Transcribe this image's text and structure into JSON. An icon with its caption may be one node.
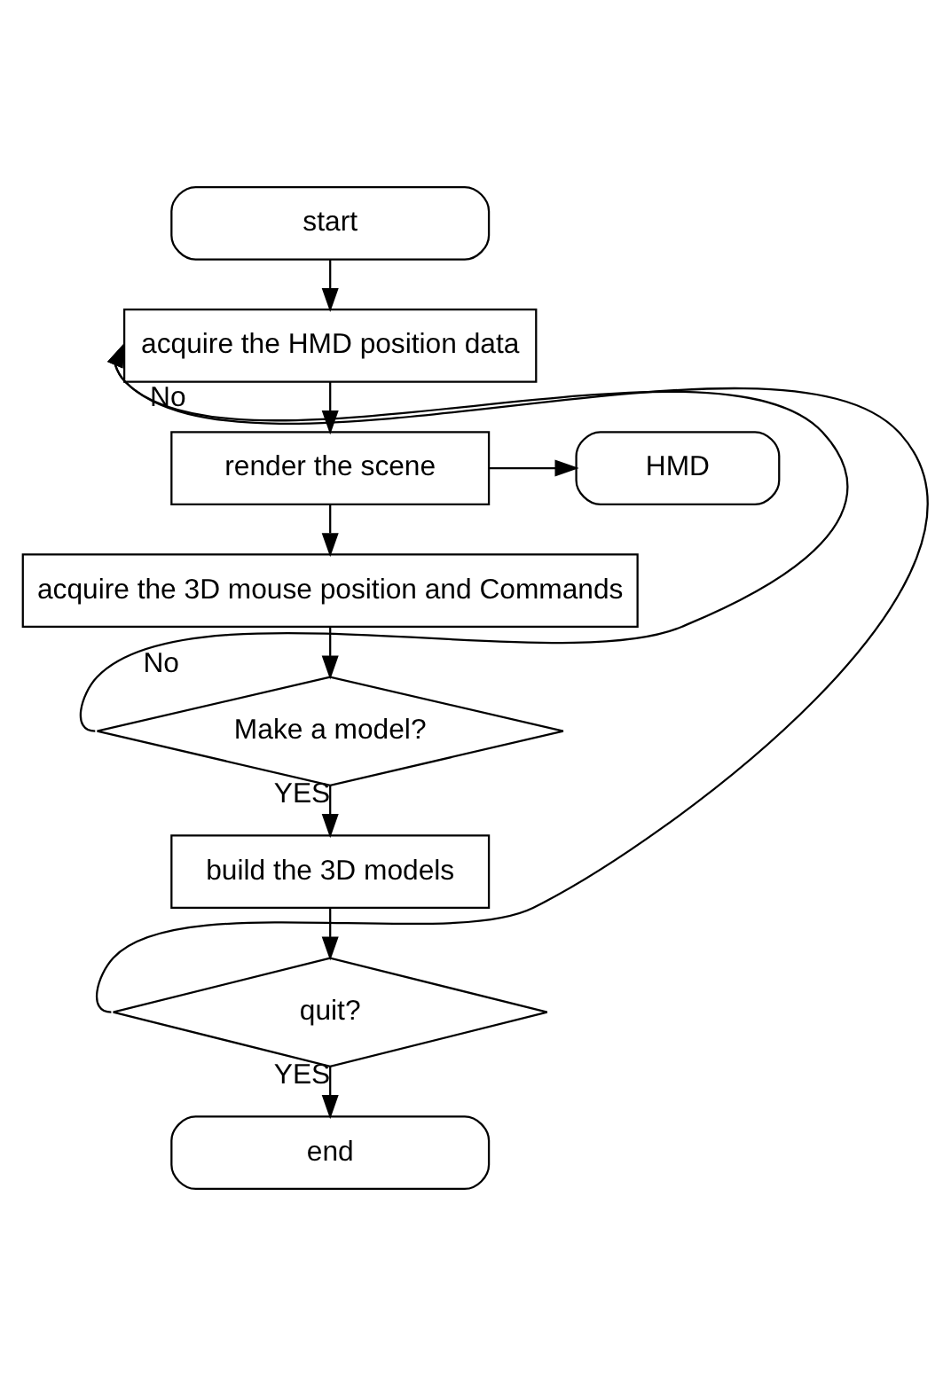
{
  "diagram": {
    "nodes": [
      {
        "text": [
          "start"
        ]
      },
      {
        "text": [
          "acquire the HMD position data"
        ]
      },
      {
        "text": [
          "render the scene"
        ]
      },
      {
        "text": [
          "HMD"
        ]
      },
      {
        "text": [
          "acquire the 3D mouse position and Commands"
        ]
      },
      {
        "text": [
          "Make a model?"
        ]
      },
      {
        "text": [
          "build the 3D models"
        ]
      },
      {
        "text": [
          "quit?"
        ]
      },
      {
        "text": [
          "end"
        ]
      }
    ],
    "edges": [
      {
        "from": 0,
        "to": 1,
        "arrow": "to"
      },
      {
        "from": 1,
        "to": 2,
        "arrow": "to"
      },
      {
        "from": 2,
        "to": 3,
        "arrow": "to"
      },
      {
        "from": 2,
        "to": 4,
        "arrow": "to"
      },
      {
        "from": 4,
        "to": 5,
        "arrow": "to"
      },
      {
        "from": 5,
        "to": 6,
        "arrow": "to",
        "label": "YES"
      },
      {
        "from": 5,
        "to": 1,
        "arrow": "to",
        "label": "No"
      },
      {
        "from": 6,
        "to": 7,
        "arrow": "to"
      },
      {
        "from": 7,
        "to": 1,
        "arrow": "to",
        "label": "No"
      },
      {
        "from": 7,
        "to": 8,
        "arrow": "to",
        "label": "YES"
      }
    ]
  }
}
